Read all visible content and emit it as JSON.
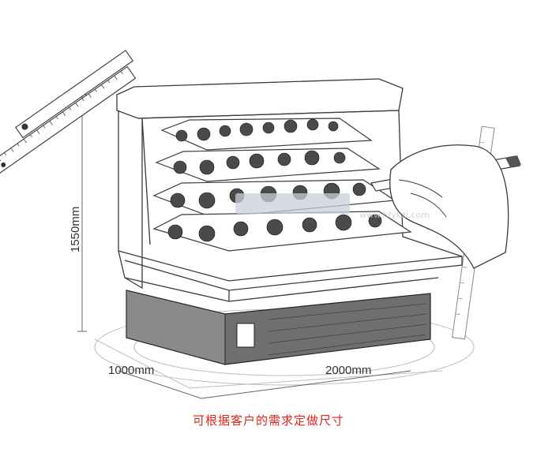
{
  "dimensions": {
    "height": "1550mm",
    "depth": "1000mm",
    "width": "2000mm"
  },
  "caption": {
    "text": "可根据客户的需求定做尺寸",
    "color": "#e0221a"
  },
  "watermark": {
    "url": "www.hfykzl.com"
  },
  "colors": {
    "sketch_line": "#3a3a3a",
    "base_fill": "#6f6f6f",
    "background": "#ffffff"
  }
}
